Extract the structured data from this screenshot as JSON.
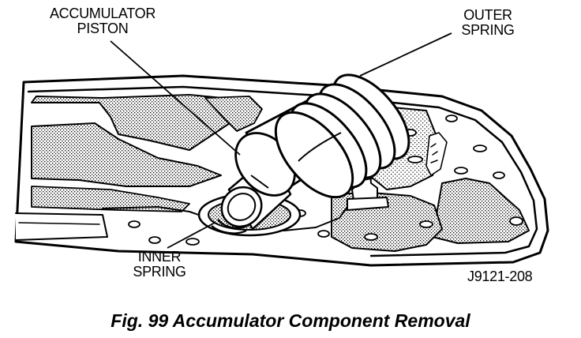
{
  "labels": {
    "accumulator_piston": [
      "ACCUMULATOR",
      "PISTON"
    ],
    "outer_spring": [
      "OUTER",
      "SPRING"
    ],
    "inner_spring": [
      "INNER",
      "SPRING"
    ]
  },
  "figure_code": "J9121-208",
  "caption": "Fig. 99 Accumulator Component Removal",
  "colors": {
    "ink": "#000000",
    "paper": "#ffffff"
  }
}
